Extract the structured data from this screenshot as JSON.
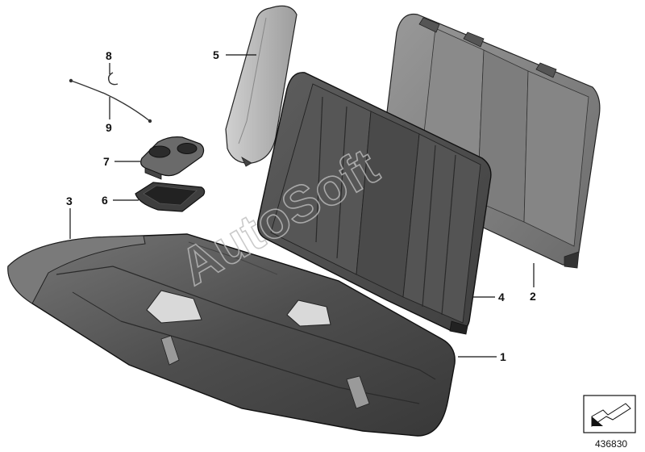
{
  "callouts": {
    "c1": "1",
    "c2": "2",
    "c3": "3",
    "c4": "4",
    "c5": "5",
    "c6": "6",
    "c7": "7",
    "c8": "8",
    "c9": "9"
  },
  "watermark": "AutoSoft",
  "document_number": "436830",
  "colors": {
    "foam_dark": "#4f4f4f",
    "foam_mid": "#6b6b6b",
    "foam_light": "#8e8e8e",
    "rest_light": "#b9b9b9",
    "line": "#111111"
  },
  "icons": {
    "nav_icon": "arrow-down-left-icon"
  }
}
